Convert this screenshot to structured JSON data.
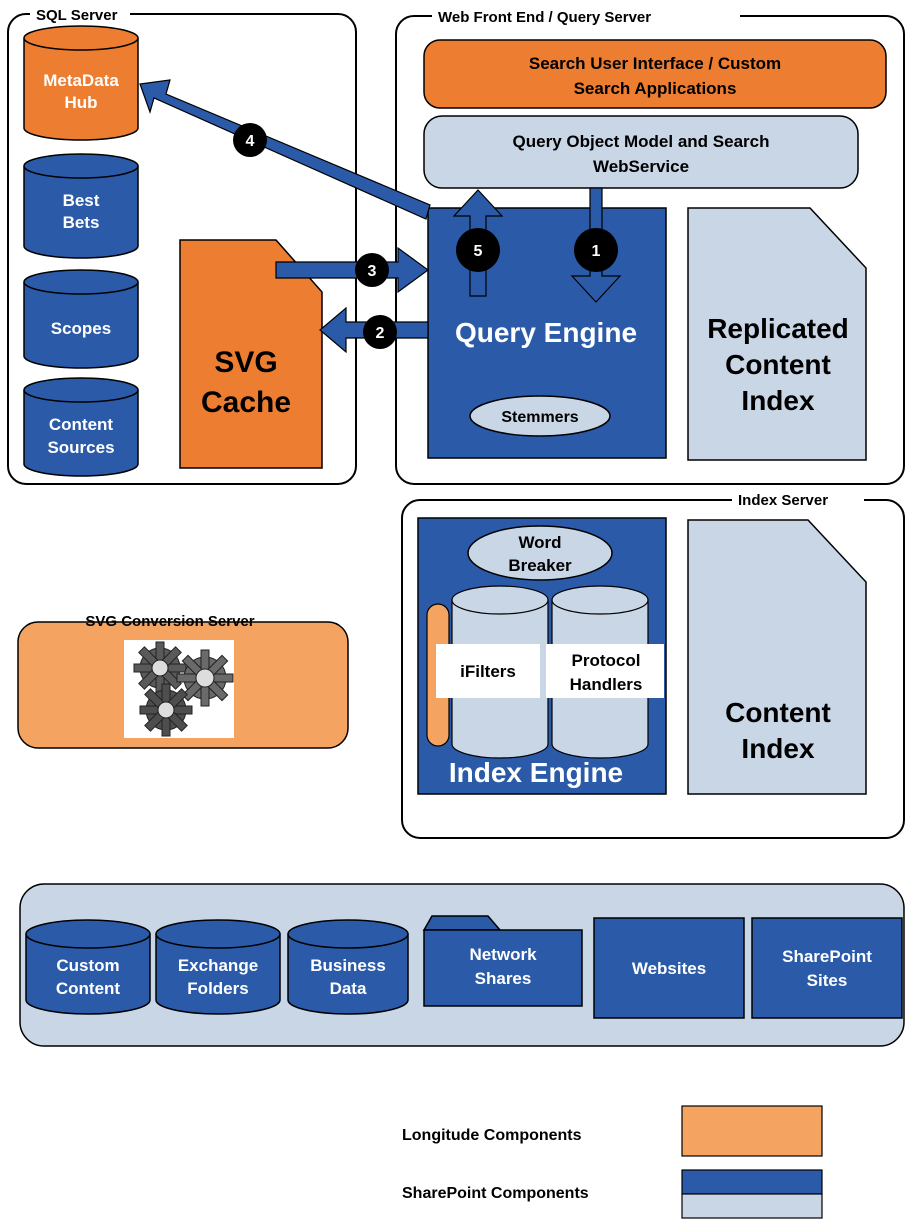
{
  "groups": {
    "sql_server": "SQL Server",
    "wfe": "Web Front End / Query Server",
    "index_server": "Index Server",
    "svg_conversion": "SVG Conversion Server"
  },
  "sql": {
    "metadata_hub": [
      "MetaData",
      "Hub"
    ],
    "best_bets": [
      "Best",
      "Bets"
    ],
    "scopes": [
      "Scopes"
    ],
    "content_sources": [
      "Content",
      "Sources"
    ],
    "svg_cache": [
      "SVG",
      "Cache"
    ]
  },
  "wfe": {
    "search_ui": [
      "Search User Interface / Custom",
      "Search Applications"
    ],
    "query_om": [
      "Query Object Model and Search",
      "WebService"
    ],
    "query_engine": "Query Engine",
    "stemmers": "Stemmers",
    "replicated_index": [
      "Replicated",
      "Content",
      "Index"
    ]
  },
  "flow_steps": [
    "1",
    "2",
    "3",
    "4",
    "5"
  ],
  "index": {
    "word_breaker": [
      "Word",
      "Breaker"
    ],
    "ifilters": "iFilters",
    "protocol_handlers": [
      "Protocol",
      "Handlers"
    ],
    "index_engine": "Index Engine",
    "content_index": [
      "Content",
      "Index"
    ]
  },
  "sources": {
    "custom_content": [
      "Custom",
      "Content"
    ],
    "exchange_folders": [
      "Exchange",
      "Folders"
    ],
    "business_data": [
      "Business",
      "Data"
    ],
    "network_shares": [
      "Network",
      "Shares"
    ],
    "websites": [
      "Websites"
    ],
    "sharepoint_sites": [
      "SharePoint",
      "Sites"
    ]
  },
  "legend": {
    "longitude": "Longitude Components",
    "sharepoint": "SharePoint Components"
  },
  "colors": {
    "orange": "#ED7D31",
    "light_orange": "#F4A460",
    "blue": "#2B5BA8",
    "light_blue": "#C9D6E6",
    "outline": "#000000"
  },
  "icons": {
    "gears": "gears-icon"
  }
}
